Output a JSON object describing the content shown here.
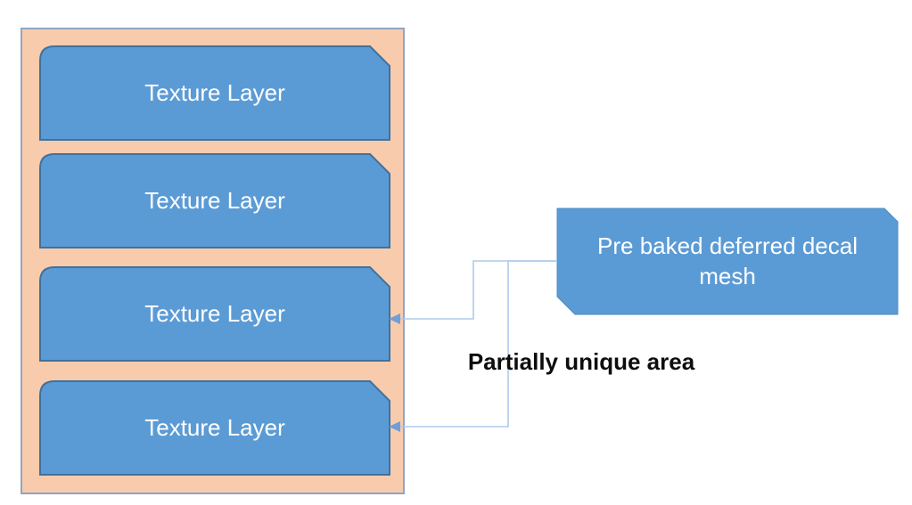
{
  "diagram": {
    "layers": [
      {
        "label": "Texture Layer"
      },
      {
        "label": "Texture Layer"
      },
      {
        "label": "Texture Layer"
      },
      {
        "label": "Texture Layer"
      }
    ],
    "decal": {
      "label": "Pre baked deferred decal mesh"
    },
    "annotation": {
      "text": "Partially unique area"
    },
    "colors": {
      "layer_fill": "#5B9BD5",
      "layer_border": "#41719C",
      "container_fill": "#F8CBAD",
      "container_border": "#8FA5C6",
      "connector_line": "#AECBEA",
      "arrowhead": "#6F9FD6",
      "shape_text": "#FFFFFF",
      "annotation_text": "#0D0D0D"
    }
  }
}
